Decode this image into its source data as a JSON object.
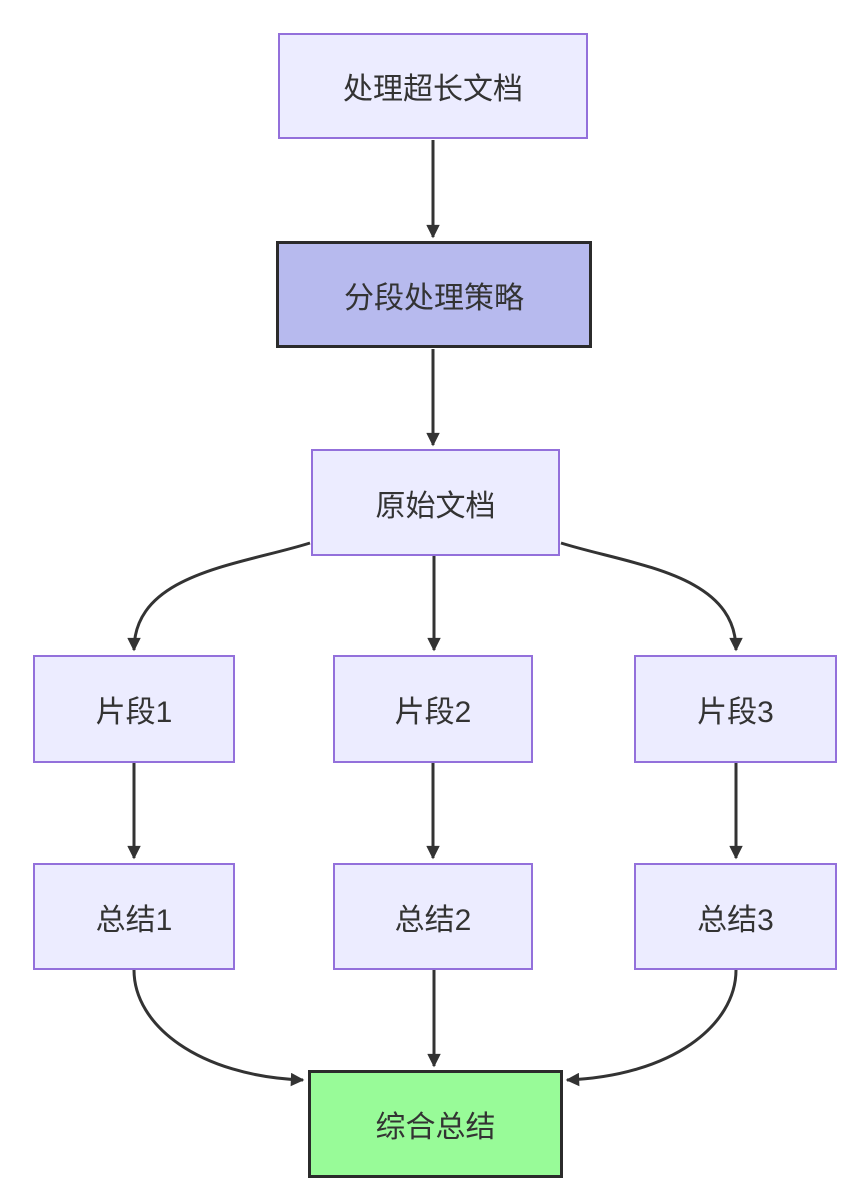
{
  "diagram": {
    "type": "flowchart",
    "direction": "top-down",
    "nodes": {
      "process": {
        "label": "处理超长文档",
        "style": "default"
      },
      "strategy": {
        "label": "分段处理策略",
        "style": "highlight-purple"
      },
      "original": {
        "label": "原始文档",
        "style": "default"
      },
      "frag1": {
        "label": "片段1",
        "style": "default"
      },
      "frag2": {
        "label": "片段2",
        "style": "default"
      },
      "frag3": {
        "label": "片段3",
        "style": "default"
      },
      "sum1": {
        "label": "总结1",
        "style": "default"
      },
      "sum2": {
        "label": "总结2",
        "style": "default"
      },
      "sum3": {
        "label": "总结3",
        "style": "default"
      },
      "final": {
        "label": "综合总结",
        "style": "highlight-green"
      }
    },
    "edges": [
      {
        "from": "process",
        "to": "strategy"
      },
      {
        "from": "strategy",
        "to": "original"
      },
      {
        "from": "original",
        "to": "frag1"
      },
      {
        "from": "original",
        "to": "frag2"
      },
      {
        "from": "original",
        "to": "frag3"
      },
      {
        "from": "frag1",
        "to": "sum1"
      },
      {
        "from": "frag2",
        "to": "sum2"
      },
      {
        "from": "frag3",
        "to": "sum3"
      },
      {
        "from": "sum1",
        "to": "final"
      },
      {
        "from": "sum2",
        "to": "final"
      },
      {
        "from": "sum3",
        "to": "final"
      }
    ],
    "colors": {
      "node_fill": "#ECECFF",
      "node_border": "#9370DB",
      "highlight_purple_fill": "#b7baee",
      "highlight_green_fill": "#98fb98",
      "highlight_border": "#2b2b2b",
      "edge": "#333333",
      "text": "#333333",
      "background": "#ffffff"
    }
  }
}
